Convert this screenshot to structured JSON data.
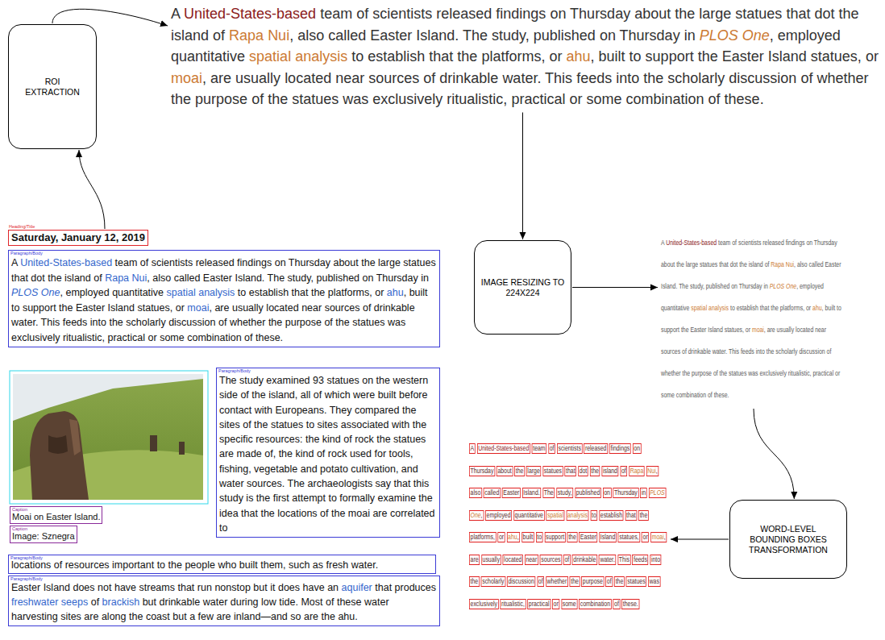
{
  "diagram": {
    "nodes": [
      {
        "text": [
          "ROI EXTRACTION"
        ]
      },
      {
        "text": [
          "A United-States-based team of scientists released findings on Thursday about the large statues that dot the island of Rapa Nui, also called Easter Island. The study, published on Thursday in PLOS One, employed quantitative spatial analysis to establish that the platforms, or ahu, built to support the Easter Island statues, or moai, are usually located near sources of drinkable water. This feeds into the scholarly discussion of whether the purpose of the statues was exclusively ritualistic, practical or some combination of these."
        ]
      },
      {
        "text": [
          "Heading/Title",
          "Saturday, January 12, 2019"
        ]
      },
      {
        "text": [
          "Paragraph/Body",
          "A United-States-based team of scientists released findings on Thursday about the large statues that dot the island of Rapa Nui, also called Easter Island. The study, published on Thursday in PLOS One, employed quantitative spatial analysis to establish that the platforms, or ahu, built to support the Easter Island statues, or moai, are usually located near sources of drinkable water. This feeds into the scholarly discussion of whether the purpose of the statues was exclusively ritualistic, practical or some combination of these."
        ]
      },
      {
        "text": [
          "Caption",
          "Moai on Easter Island."
        ]
      },
      {
        "text": [
          "Caption",
          "Image: Sznegra"
        ]
      },
      {
        "text": [
          "Paragraph/Body",
          "The study examined 93 statues on the western side of the island, all of which were built before contact with Europeans. They compared the sites of the statues to sites associated with the specific resources: the kind of rock the statues are made of, the kind of rock used for tools, fishing, vegetable and potato cultivation, and water sources. The archaeologists say that this study is the first attempt to formally examine the idea that the locations of the moai are correlated to"
        ]
      },
      {
        "text": [
          "Paragraph/Body",
          "locations of resources important to the people who built them, such as fresh water."
        ]
      },
      {
        "text": [
          "Paragraph/Body",
          "Easter Island does not have streams that run nonstop but it does have an aquifer that produces freshwater seeps of brackish but drinkable water during low tide. Most of these water harvesting sites are along the coast but a few are inland—and so are the ahu."
        ]
      },
      {
        "text": [
          "IMAGE RESIZING TO 224X224"
        ]
      },
      {
        "text": [
          "A United-States-based team of scientists released findings on Thursday about the large statues that dot the island of Rapa Nui, also called Easter Island. The study, published on Thursday in PLOS One, employed quantitative spatial analysis to establish that the platforms, or ahu, built to support the Easter Island statues, or moai, are usually located near sources of drinkable water. This feeds into the scholarly discussion of whether the purpose of the statues was exclusively ritualistic, practical or some combination of these."
        ]
      },
      {
        "text": [
          "WORD-LEVEL BOUNDING BOXES TRANSFORMATION"
        ]
      },
      {
        "text": [
          "A United-States-based team of scientists released findings on Thursday about the large statues that dot the island of Rapa Nui, also called Easter Island. The study, published on Thursday in PLOS One, employed quantitative spatial analysis to establish that the platforms, or ahu, built to support the Easter Island statues, or moai, are usually located near sources of drinkable water. This feeds into the scholarly discussion of whether the purpose of the statues was exclusively ritualistic, practical or some combination of these."
        ]
      }
    ],
    "edges": [
      {
        "from": 2,
        "to": 0,
        "arrow": "to"
      },
      {
        "from": 0,
        "to": 1,
        "arrow": "to"
      },
      {
        "from": 1,
        "to": 9,
        "arrow": "to"
      },
      {
        "from": 9,
        "to": 10,
        "arrow": "to"
      },
      {
        "from": 10,
        "to": 11,
        "arrow": "to"
      },
      {
        "from": 11,
        "to": 12,
        "arrow": "to"
      }
    ]
  }
}
